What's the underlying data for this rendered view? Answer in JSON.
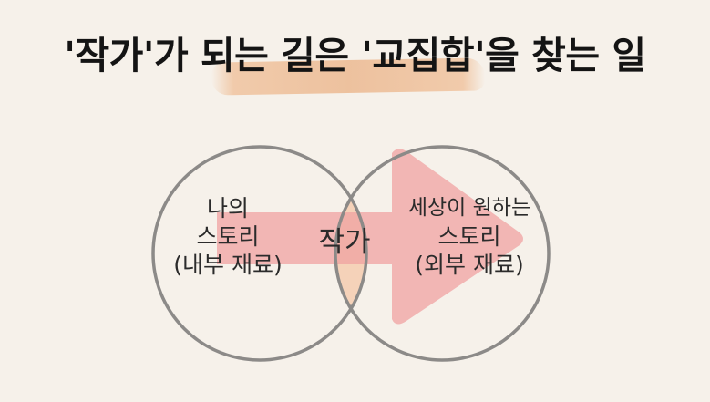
{
  "title": "'작가'가 되는 길은 '교집합'을 찾는 일",
  "left_circle": {
    "lines": [
      "나의",
      "스토리",
      "(내부 재료)"
    ]
  },
  "right_circle": {
    "lines": [
      "세상이 원하는",
      "스토리",
      "(외부 재료)"
    ]
  },
  "intersection_label": "작가",
  "colors": {
    "background": "#f6f1ea",
    "circle_stroke": "#8c8a88",
    "arrow": "#f0a0a0",
    "intersection_fill": "#f4c7a8",
    "highlight": "#ecbc96"
  }
}
